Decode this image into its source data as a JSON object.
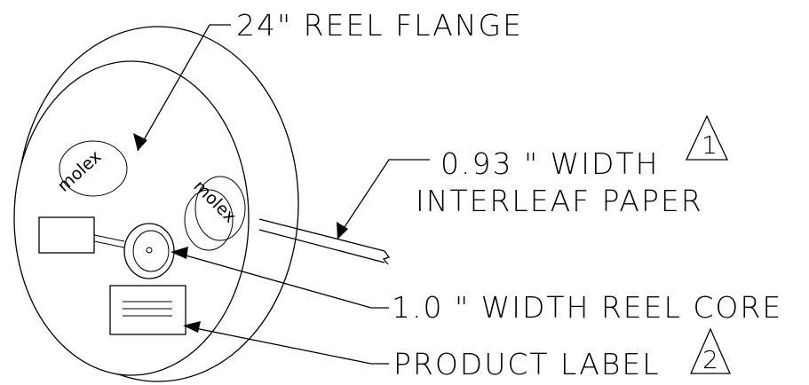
{
  "callouts": {
    "reel_flange": "24\" REEL FLANGE",
    "interleaf_line1": "0.93 \" WIDTH",
    "interleaf_line2": "INTERLEAF PAPER",
    "reel_core": "1.0 \" WIDTH REEL CORE",
    "product_label": "PRODUCT LABEL"
  },
  "notes": {
    "note1": "1",
    "note2": "2"
  },
  "logos": {
    "logo_left": "molex",
    "logo_right": "molex"
  }
}
